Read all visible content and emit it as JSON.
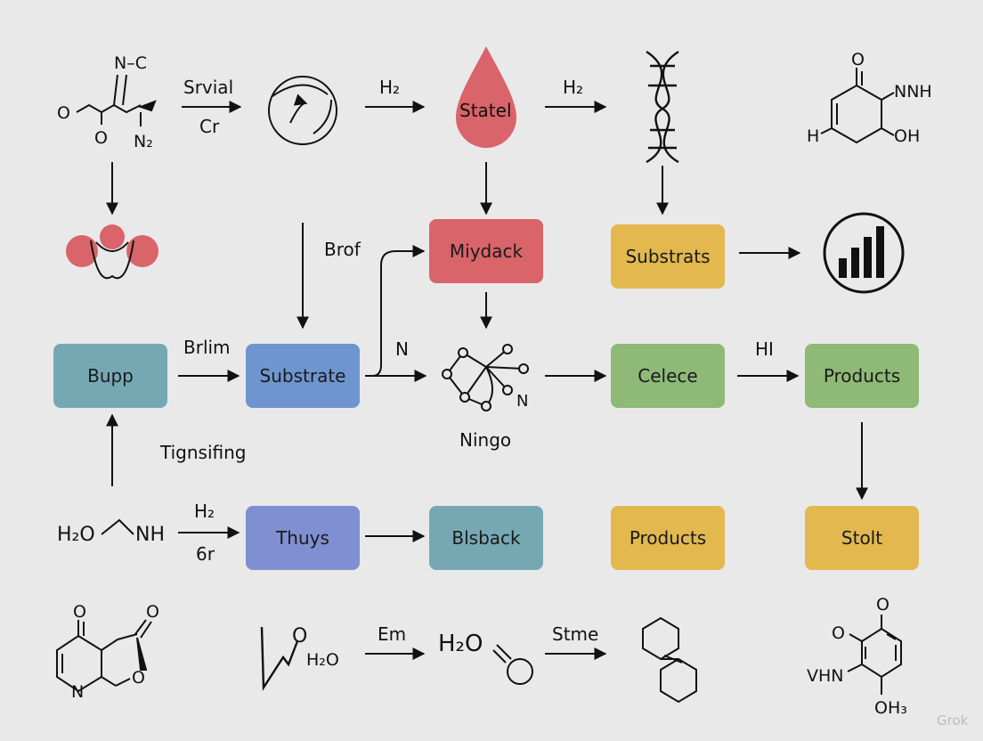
{
  "colors": {
    "red": "#d9646a",
    "blue": "#6e95cf",
    "teal": "#76a8b4",
    "green": "#8eb977",
    "yellow": "#e2b84f",
    "purple": "#7f8fd1",
    "background": "#e9e9ea"
  },
  "boxes": {
    "miydack": "Miydack",
    "substrats": "Substrats",
    "bupp": "Bupp",
    "substrate": "Substrate",
    "celece": "Celece",
    "products_green": "Products",
    "thuys": "Thuys",
    "blsback": "Blsback",
    "products_yellow": "Products",
    "stolt": "Stolt"
  },
  "labels": {
    "srvial": "Srvial",
    "cr": "Cr",
    "h2_top_1": "H₂",
    "h2_top_2": "H₂",
    "statel": "Statel",
    "brof": "Brof",
    "brlim": "Brlim",
    "n_mid": "N",
    "n_node": "N",
    "hi": "HI",
    "ningo": "Ningo",
    "tignsifing": "Tignsifing",
    "h2_bottom": "H₂",
    "sixr": "6r",
    "em": "Em",
    "stme": "Stme"
  },
  "chem": {
    "nc": "N–C",
    "o_left": "O",
    "o_bottom": "O",
    "n2": "N₂",
    "o_phenol": "O",
    "nnh": "NNH",
    "h_phenol": "H",
    "oh_phenol": "OH",
    "h2o_nh_left": "H₂O",
    "nh_left": "NH",
    "o_pyridine": "O",
    "o_pyridine_2": "O",
    "n_pyridine": "N",
    "o_pyridine_3": "O",
    "o_zigzag": "O",
    "h2o_zigzag": "H₂O",
    "h2o_big": "H₂O",
    "o_br_top": "O",
    "o_br_left": "O",
    "vhn": "VHN",
    "oh3": "OH₃"
  },
  "watermark": "Grok"
}
